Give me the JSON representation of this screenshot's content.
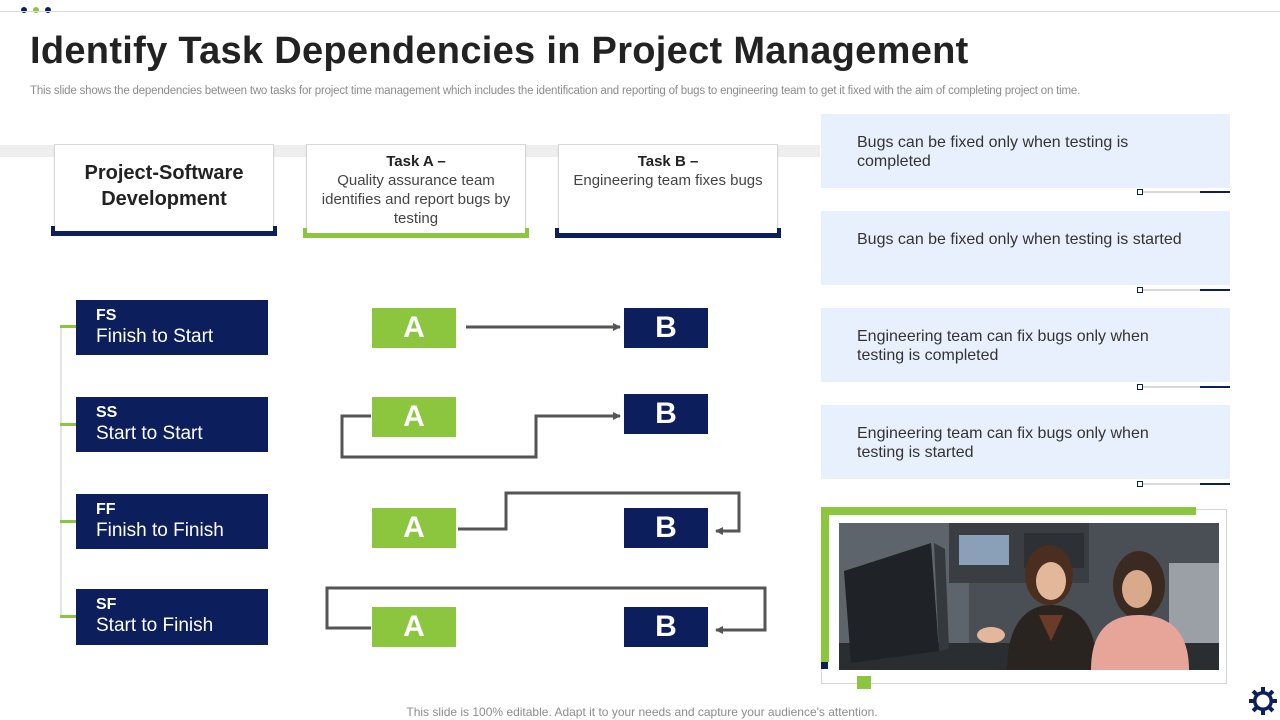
{
  "slide": {
    "title": "Identify Task Dependencies in Project Management",
    "subtitle": "This slide shows the dependencies between two tasks for project time management which includes the identification and reporting of bugs to engineering team to get it fixed with the aim of completing project on time.",
    "footer": "This slide is 100% editable. Adapt it to your needs and capture your audience's attention."
  },
  "colors": {
    "navy": "#0c1f5c",
    "green": "#8cc63f",
    "light_blue": "#e8f0fd",
    "gray_line": "#555555"
  },
  "headers": {
    "project": "Project-Software Development",
    "task_a": {
      "label": "Task A –",
      "text": "Quality assurance team identifies and report bugs by testing"
    },
    "task_b": {
      "label": "Task B –",
      "text": "Engineering team fixes bugs"
    }
  },
  "dependencies": [
    {
      "code": "FS",
      "name": "Finish to Start",
      "a": "A",
      "b": "B",
      "condition": "Bugs can be fixed only when testing is completed"
    },
    {
      "code": "SS",
      "name": "Start to Start",
      "a": "A",
      "b": "B",
      "condition": "Bugs can be fixed only when testing is started"
    },
    {
      "code": "FF",
      "name": "Finish to Finish",
      "a": "A",
      "b": "B",
      "condition": "Engineering team can fix bugs only when testing is completed"
    },
    {
      "code": "SF",
      "name": "Start to Finish",
      "a": "A",
      "b": "B",
      "condition": "Engineering team can fix bugs only when testing is started"
    }
  ],
  "icons": {
    "settings": "gear-icon",
    "photo": "team-photo"
  }
}
